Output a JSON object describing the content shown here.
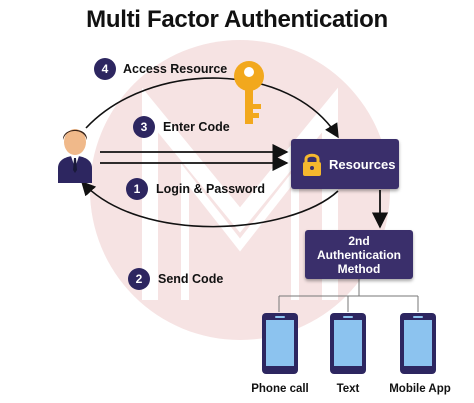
{
  "title": "Multi Factor Authentication",
  "steps": [
    {
      "number": "4",
      "label": "Access Resource"
    },
    {
      "number": "3",
      "label": "Enter Code"
    },
    {
      "number": "1",
      "label": "Login & Password"
    },
    {
      "number": "2",
      "label": "Send Code"
    }
  ],
  "resources_box": {
    "label": "Resources"
  },
  "auth_box": {
    "line1": "2nd",
    "line2": "Authentication",
    "line3": "Method"
  },
  "devices": [
    {
      "label": "Phone call"
    },
    {
      "label": "Text"
    },
    {
      "label": "Mobile App"
    }
  ],
  "colors": {
    "dark_purple": "#3a2f6b",
    "badge": "#2d2660",
    "key_gold": "#f2a81d",
    "lock_gold": "#f5b82e",
    "screen_blue": "#8cc3ef",
    "watermark": "#f6e3e3"
  },
  "icons": [
    "user-icon",
    "key-icon",
    "lock-icon",
    "phone-icon"
  ]
}
